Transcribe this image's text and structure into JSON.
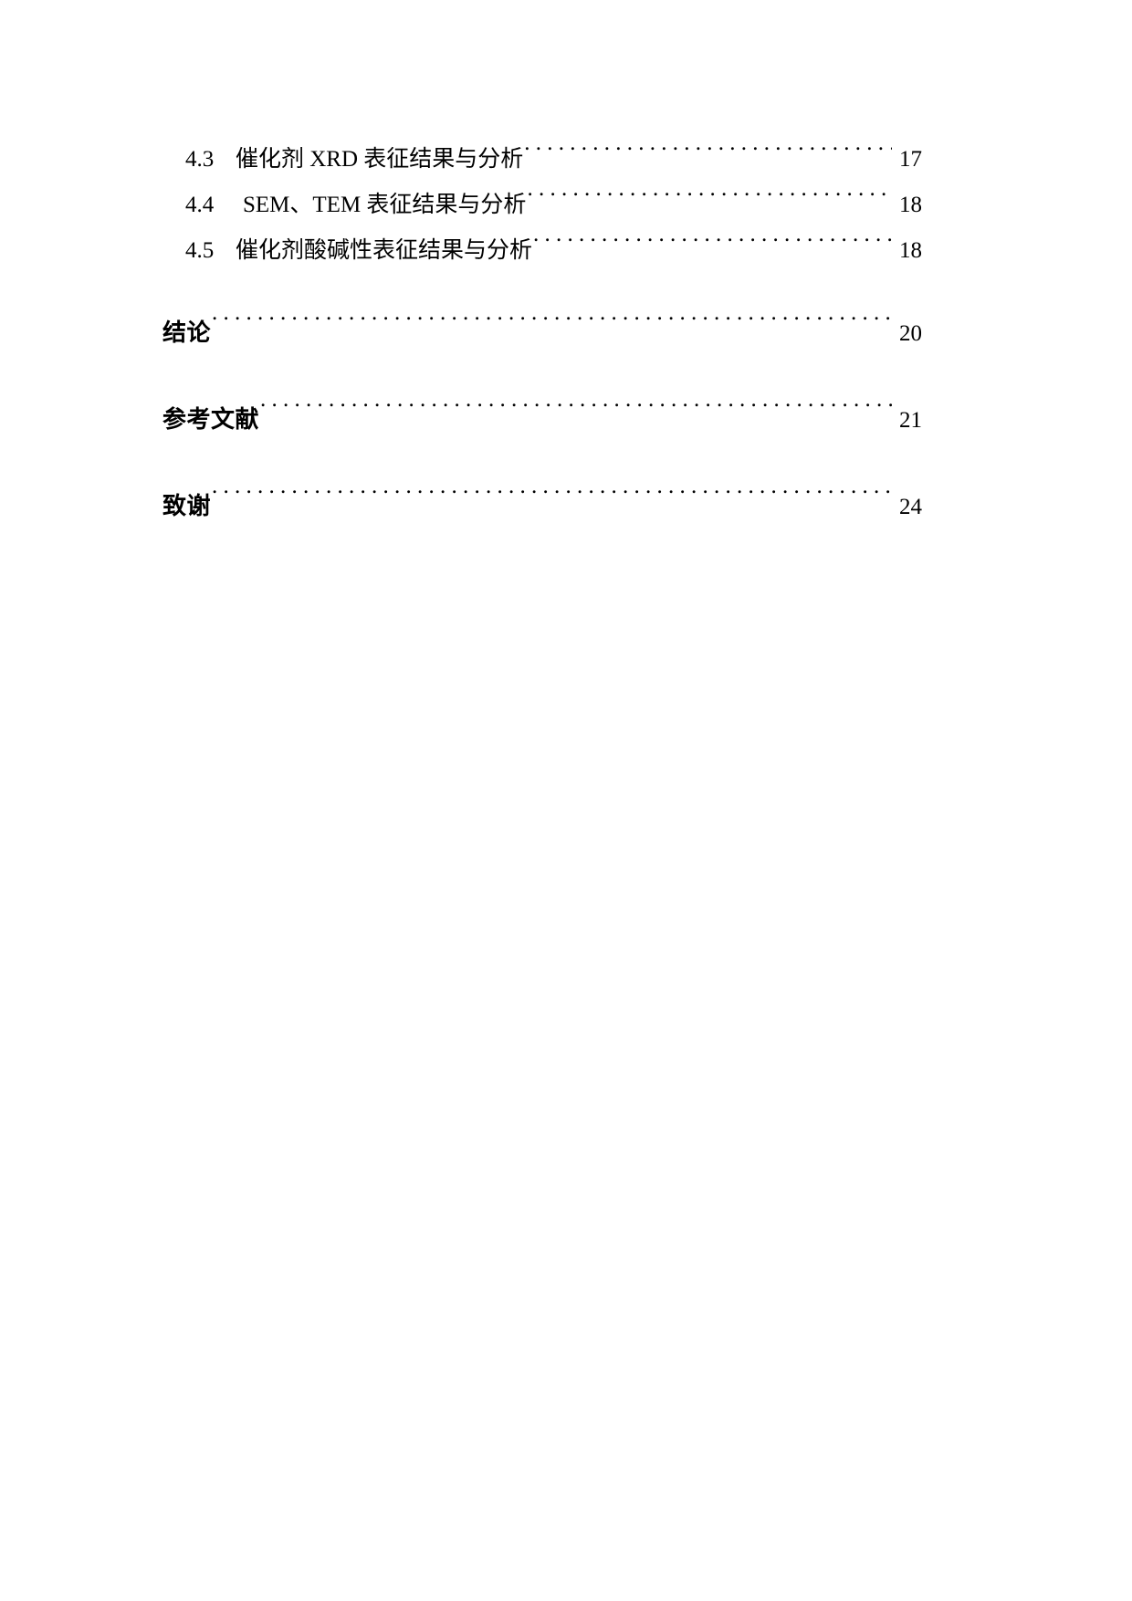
{
  "document": {
    "kind": "table-of-contents",
    "page_background": "#ffffff",
    "text_color": "#000000",
    "leader_char": "."
  },
  "toc": {
    "entries": [
      {
        "level": 2,
        "number": "4.3",
        "title": "催化剂 XRD 表征结果与分析",
        "page": "17"
      },
      {
        "level": 2,
        "number": "4.4",
        "title": "SEM、TEM 表征结果与分析",
        "page": "18"
      },
      {
        "level": 2,
        "number": "4.5",
        "title": "催化剂酸碱性表征结果与分析",
        "page": "18"
      },
      {
        "level": 1,
        "number": "",
        "title": "结论",
        "page": "20"
      },
      {
        "level": 1,
        "number": "",
        "title": "参考文献",
        "page": "21"
      },
      {
        "level": 1,
        "number": "",
        "title": "致谢",
        "page": "24"
      }
    ]
  }
}
